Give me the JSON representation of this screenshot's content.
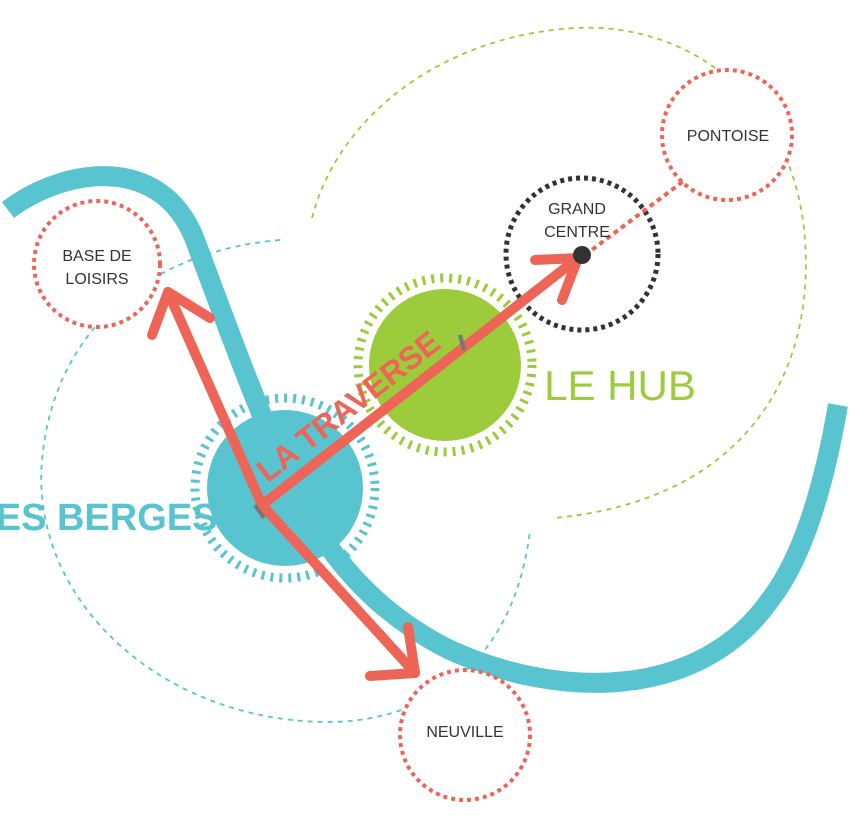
{
  "colors": {
    "river": "#58c4d0",
    "red": "#ee6557",
    "green": "#9ccb3b",
    "dark": "#333333",
    "background": "#ffffff"
  },
  "labels": {
    "base_de_loisirs_line1": "BASE DE",
    "base_de_loisirs_line2": "LOISIRS",
    "grand_centre_line1": "GRAND",
    "grand_centre_line2": "CENTRE",
    "pontoise": "PONTOISE",
    "neuville": "NEUVILLE",
    "le_hub": "LE HUB",
    "les_berges": "LES BERGES",
    "la_traverse": "LA TRAVERSE"
  }
}
